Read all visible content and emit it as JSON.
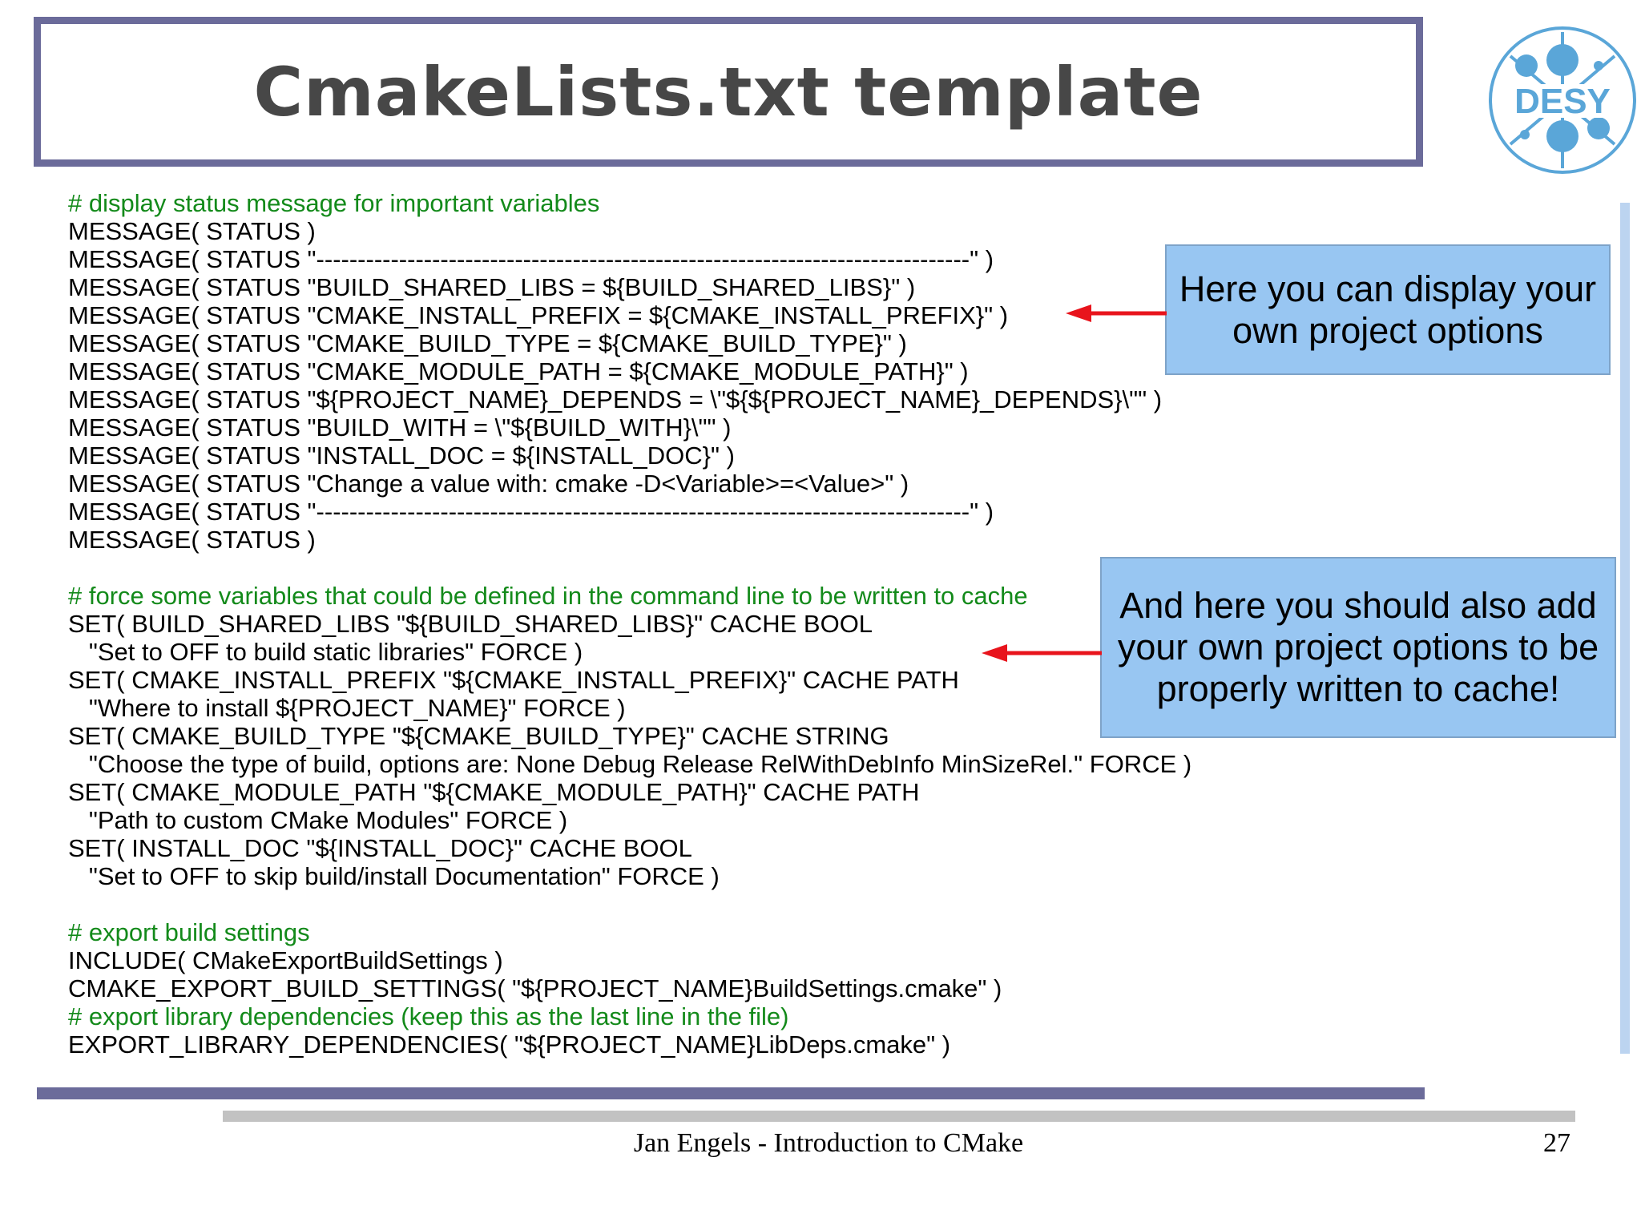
{
  "slide": {
    "title": "CmakeLists.txt template",
    "logo_text": "DESY",
    "code_lines": [
      {
        "text": "# display status message for important variables",
        "type": "comment"
      },
      {
        "text": "MESSAGE( STATUS )",
        "type": "code"
      },
      {
        "text": "MESSAGE( STATUS \"-------------------------------------------------------------------------------\" )",
        "type": "code"
      },
      {
        "text": "MESSAGE( STATUS \"BUILD_SHARED_LIBS = ${BUILD_SHARED_LIBS}\" )",
        "type": "code"
      },
      {
        "text": "MESSAGE( STATUS \"CMAKE_INSTALL_PREFIX = ${CMAKE_INSTALL_PREFIX}\" )",
        "type": "code"
      },
      {
        "text": "MESSAGE( STATUS \"CMAKE_BUILD_TYPE = ${CMAKE_BUILD_TYPE}\" )",
        "type": "code"
      },
      {
        "text": "MESSAGE( STATUS \"CMAKE_MODULE_PATH = ${CMAKE_MODULE_PATH}\" )",
        "type": "code"
      },
      {
        "text": "MESSAGE( STATUS \"${PROJECT_NAME}_DEPENDS = \\\"${${PROJECT_NAME}_DEPENDS}\\\"\" )",
        "type": "code"
      },
      {
        "text": "MESSAGE( STATUS \"BUILD_WITH = \\\"${BUILD_WITH}\\\"\" )",
        "type": "code"
      },
      {
        "text": "MESSAGE( STATUS \"INSTALL_DOC = ${INSTALL_DOC}\" )",
        "type": "code"
      },
      {
        "text": "MESSAGE( STATUS \"Change a value with: cmake -D<Variable>=<Value>\" )",
        "type": "code"
      },
      {
        "text": "MESSAGE( STATUS \"-------------------------------------------------------------------------------\" )",
        "type": "code"
      },
      {
        "text": "MESSAGE( STATUS )",
        "type": "code"
      },
      {
        "text": "",
        "type": "blank"
      },
      {
        "text": "# force some variables that could be defined in the command line to be written to cache",
        "type": "comment"
      },
      {
        "text": "SET( BUILD_SHARED_LIBS \"${BUILD_SHARED_LIBS}\" CACHE BOOL",
        "type": "code"
      },
      {
        "text": "   \"Set to OFF to build static libraries\" FORCE )",
        "type": "code"
      },
      {
        "text": "SET( CMAKE_INSTALL_PREFIX \"${CMAKE_INSTALL_PREFIX}\" CACHE PATH",
        "type": "code"
      },
      {
        "text": "   \"Where to install ${PROJECT_NAME}\" FORCE )",
        "type": "code"
      },
      {
        "text": "SET( CMAKE_BUILD_TYPE \"${CMAKE_BUILD_TYPE}\" CACHE STRING",
        "type": "code"
      },
      {
        "text": "   \"Choose the type of build, options are: None Debug Release RelWithDebInfo MinSizeRel.\" FORCE )",
        "type": "code"
      },
      {
        "text": "SET( CMAKE_MODULE_PATH \"${CMAKE_MODULE_PATH}\" CACHE PATH",
        "type": "code"
      },
      {
        "text": "   \"Path to custom CMake Modules\" FORCE )",
        "type": "code"
      },
      {
        "text": "SET( INSTALL_DOC \"${INSTALL_DOC}\" CACHE BOOL",
        "type": "code"
      },
      {
        "text": "   \"Set to OFF to skip build/install Documentation\" FORCE )",
        "type": "code"
      },
      {
        "text": "",
        "type": "blank"
      },
      {
        "text": "# export build settings",
        "type": "comment"
      },
      {
        "text": "INCLUDE( CMakeExportBuildSettings )",
        "type": "code"
      },
      {
        "text": "CMAKE_EXPORT_BUILD_SETTINGS( \"${PROJECT_NAME}BuildSettings.cmake\" )",
        "type": "code"
      },
      {
        "text": "# export library dependencies (keep this as the last line in the file)",
        "type": "comment"
      },
      {
        "text": "EXPORT_LIBRARY_DEPENDENCIES( \"${PROJECT_NAME}LibDeps.cmake\" )",
        "type": "code"
      }
    ],
    "callouts": [
      {
        "text": "Here you can display your\nown project options"
      },
      {
        "text": "And here you should also add\nyour own project options to be\nproperly written to cache!"
      }
    ],
    "footer": "Jan Engels - Introduction to CMake",
    "page_number": "27"
  },
  "colors": {
    "frame": "#6b6b9a",
    "title_text": "#474747",
    "comment": "#138a1a",
    "callout_fill": "#98c6f2",
    "arrow": "#e8141c",
    "logo": "#5aa6d8"
  }
}
